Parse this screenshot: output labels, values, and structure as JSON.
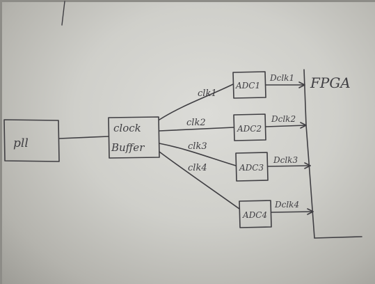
{
  "blocks": {
    "pll": "pll",
    "buffer_line1": "clock",
    "buffer_line2": "Buffer",
    "adc1": "ADC1",
    "adc2": "ADC2",
    "adc3": "ADC3",
    "adc4": "ADC4",
    "fpga": "FPGA"
  },
  "clock_labels": [
    "clk1",
    "clk2",
    "clk3",
    "clk4"
  ],
  "data_labels": [
    "Dclk1",
    "Dclk2",
    "Dclk3",
    "Dclk4"
  ],
  "colors": {
    "ink": "#3f3e42",
    "paper": "#d6d6d2"
  }
}
